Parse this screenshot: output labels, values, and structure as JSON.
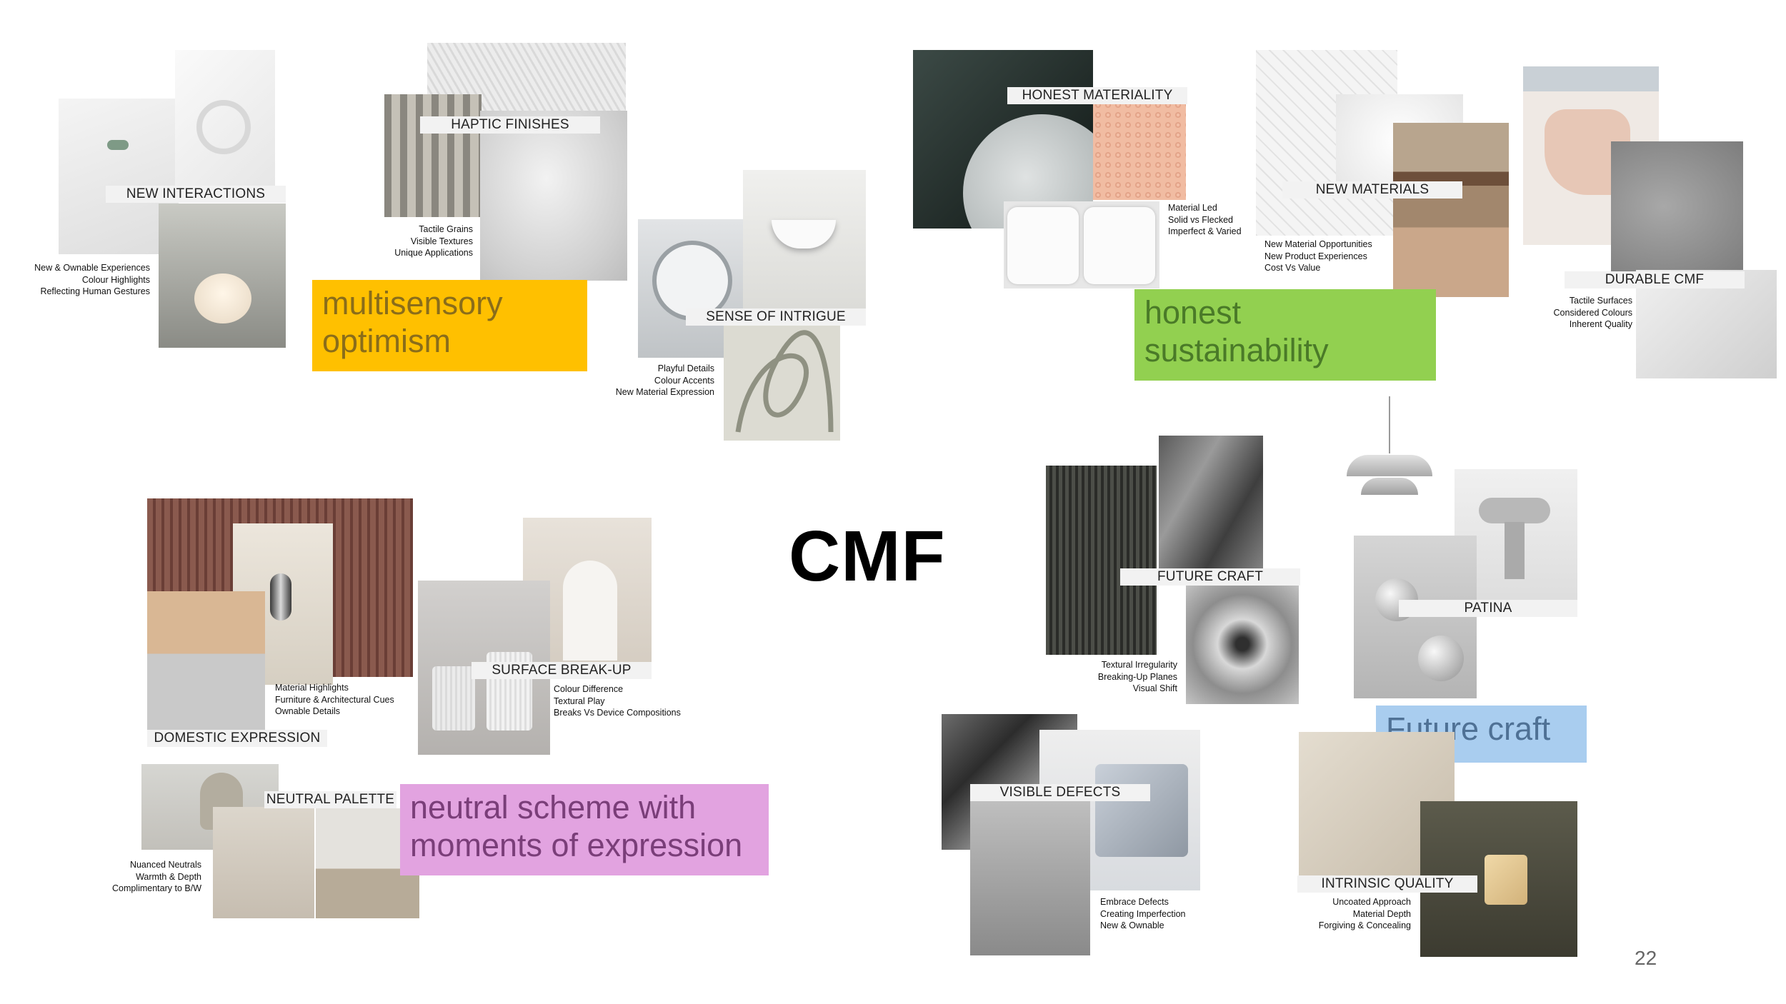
{
  "title": "CMF",
  "page_number": "22",
  "colors": {
    "yellow": "#ffc000",
    "green": "#92d050",
    "pink": "#e2a3e0",
    "blue": "#a9cdef"
  },
  "themes": {
    "multisensory": "multisensory optimism",
    "sustainability": "honest sustainability",
    "neutral": "neutral scheme with moments of expression",
    "future": "Future craft"
  },
  "sections": {
    "new_interactions": {
      "label": "NEW INTERACTIONS",
      "lines": [
        "New & Ownable Experiences",
        "Colour Highlights",
        "Reflecting Human Gestures"
      ]
    },
    "haptic_finishes": {
      "label": "HAPTIC FINISHES",
      "lines": [
        "Tactile Grains",
        "Visible Textures",
        "Unique Applications"
      ]
    },
    "sense_of_intrigue": {
      "label": "SENSE OF INTRIGUE",
      "lines": [
        "Playful Details",
        "Colour Accents",
        "New Material Expression"
      ]
    },
    "honest_materiality": {
      "label": "HONEST MATERIALITY",
      "lines": [
        "Material Led",
        "Solid vs Flecked",
        "Imperfect & Varied"
      ]
    },
    "new_materials": {
      "label": "NEW MATERIALS",
      "lines": [
        "New Material Opportunities",
        "New Product Experiences",
        "Cost Vs Value"
      ]
    },
    "durable_cmf": {
      "label": "DURABLE CMF",
      "lines": [
        "Tactile Surfaces",
        "Considered Colours",
        "Inherent Quality"
      ]
    },
    "domestic_expression": {
      "label": "DOMESTIC EXPRESSION",
      "lines": [
        "Material Highlights",
        "Furniture & Architectural Cues",
        "Ownable Details"
      ]
    },
    "surface_break_up": {
      "label": "SURFACE BREAK-UP",
      "lines": [
        "Colour Difference",
        "Textural Play",
        "Breaks Vs Device Compositions"
      ]
    },
    "neutral_palette": {
      "label": "NEUTRAL PALETTE",
      "lines": [
        "Nuanced Neutrals",
        "Warmth & Depth",
        "Complimentary to B/W"
      ]
    },
    "future_craft": {
      "label": "FUTURE CRAFT",
      "lines": [
        "Textural Irregularity",
        "Breaking-Up Planes",
        "Visual Shift"
      ]
    },
    "patina": {
      "label": "PATINA"
    },
    "visible_defects": {
      "label": "VISIBLE DEFECTS",
      "lines": [
        "Embrace Defects",
        "Creating Imperfection",
        "New & Ownable"
      ]
    },
    "intrinsic_quality": {
      "label": "INTRINSIC QUALITY",
      "lines": [
        "Uncoated Approach",
        "Material Depth",
        "Forgiving & Concealing"
      ]
    }
  }
}
